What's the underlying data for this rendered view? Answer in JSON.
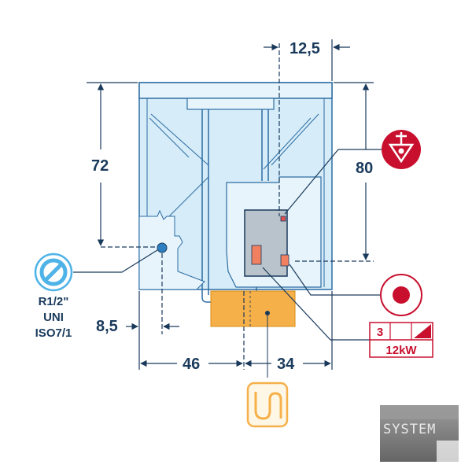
{
  "dimensions": {
    "top_offset": "12,5",
    "height_left": "72",
    "height_right": "80",
    "side_offset": "8,5",
    "width_left": "46",
    "width_right": "34"
  },
  "water_connection": {
    "label_line1": "R1/2\"",
    "label_line2": "UNI",
    "label_line3": "ISO7/1",
    "icon": "no-entry-circle-icon"
  },
  "electrical": {
    "phases": "3",
    "power": "12kW"
  },
  "logo": {
    "text": "SYSTEM"
  },
  "colors": {
    "line": "#1a3a5c",
    "panel": "#d6ecf8",
    "panel_border": "#2d6da3",
    "drain": "#f5b04a",
    "accent_red": "#c8102e",
    "water_blue": "#4fb3e8"
  }
}
